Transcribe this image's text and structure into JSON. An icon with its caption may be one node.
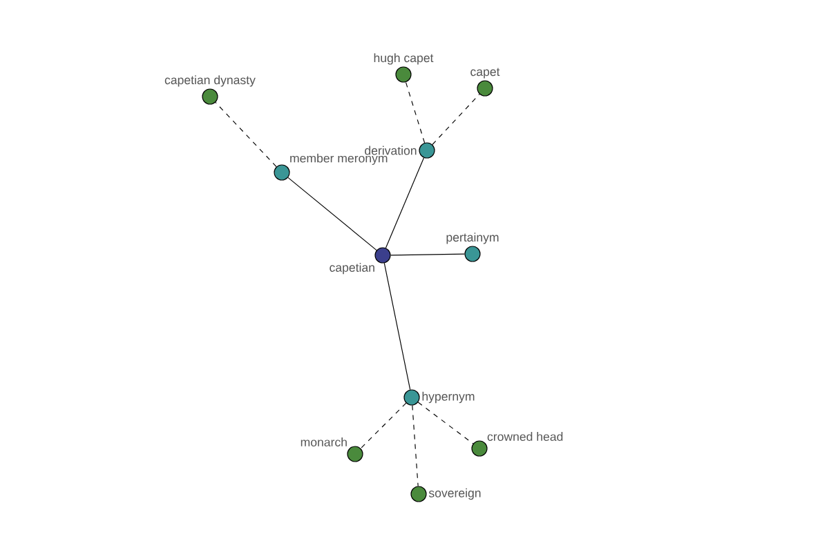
{
  "diagram": {
    "nodes": [
      {
        "text": [
          "capetian dynasty"
        ]
      },
      {
        "text": [
          "hugh capet"
        ]
      },
      {
        "text": [
          "capet"
        ]
      },
      {
        "text": [
          "derivation"
        ]
      },
      {
        "text": [
          "member meronym"
        ]
      },
      {
        "text": [
          "capetian"
        ]
      },
      {
        "text": [
          "pertainym"
        ]
      },
      {
        "text": [
          "hypernym"
        ]
      },
      {
        "text": [
          "crowned head"
        ]
      },
      {
        "text": [
          "monarch"
        ]
      },
      {
        "text": [
          "sovereign"
        ]
      }
    ],
    "edges": [
      {
        "from": 5,
        "to": 4,
        "arrow": "none"
      },
      {
        "from": 5,
        "to": 3,
        "arrow": "none"
      },
      {
        "from": 5,
        "to": 6,
        "arrow": "none"
      },
      {
        "from": 5,
        "to": 7,
        "arrow": "none"
      },
      {
        "from": 4,
        "to": 0,
        "arrow": "none",
        "style": "dashed"
      },
      {
        "from": 3,
        "to": 1,
        "arrow": "none",
        "style": "dashed"
      },
      {
        "from": 3,
        "to": 2,
        "arrow": "none",
        "style": "dashed"
      },
      {
        "from": 7,
        "to": 9,
        "arrow": "none",
        "style": "dashed"
      },
      {
        "from": 7,
        "to": 10,
        "arrow": "none",
        "style": "dashed"
      },
      {
        "from": 7,
        "to": 8,
        "arrow": "none",
        "style": "dashed"
      }
    ]
  }
}
